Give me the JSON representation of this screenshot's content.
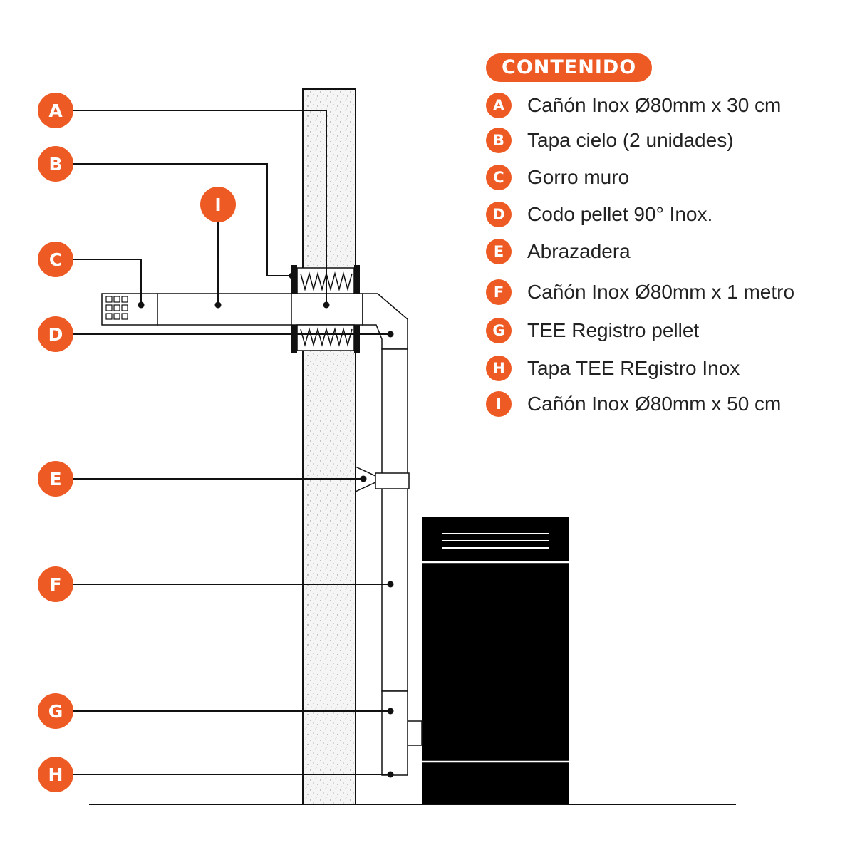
{
  "colors": {
    "accent": "#EE5A24",
    "line": "#111111",
    "stove": "#000000",
    "wall": "#f4f4f4"
  },
  "legend": {
    "title": "CONTENIDO",
    "items": [
      {
        "letter": "A",
        "text": "Cañón Inox Ø80mm x 30 cm"
      },
      {
        "letter": "B",
        "text": "Tapa cielo (2 unidades)"
      },
      {
        "letter": "C",
        "text": "Gorro muro"
      },
      {
        "letter": "D",
        "text": "Codo pellet 90° Inox."
      },
      {
        "letter": "E",
        "text": "Abrazadera"
      },
      {
        "letter": "F",
        "text": "Cañón Inox Ø80mm x 1 metro"
      },
      {
        "letter": "G",
        "text": "TEE Registro pellet"
      },
      {
        "letter": "H",
        "text": "Tapa TEE REgistro Inox"
      },
      {
        "letter": "I",
        "text": "Cañón Inox Ø80mm x 50 cm"
      }
    ]
  },
  "callouts": [
    {
      "letter": "A"
    },
    {
      "letter": "B"
    },
    {
      "letter": "C"
    },
    {
      "letter": "D"
    },
    {
      "letter": "E"
    },
    {
      "letter": "F"
    },
    {
      "letter": "G"
    },
    {
      "letter": "H"
    },
    {
      "letter": "I"
    }
  ]
}
